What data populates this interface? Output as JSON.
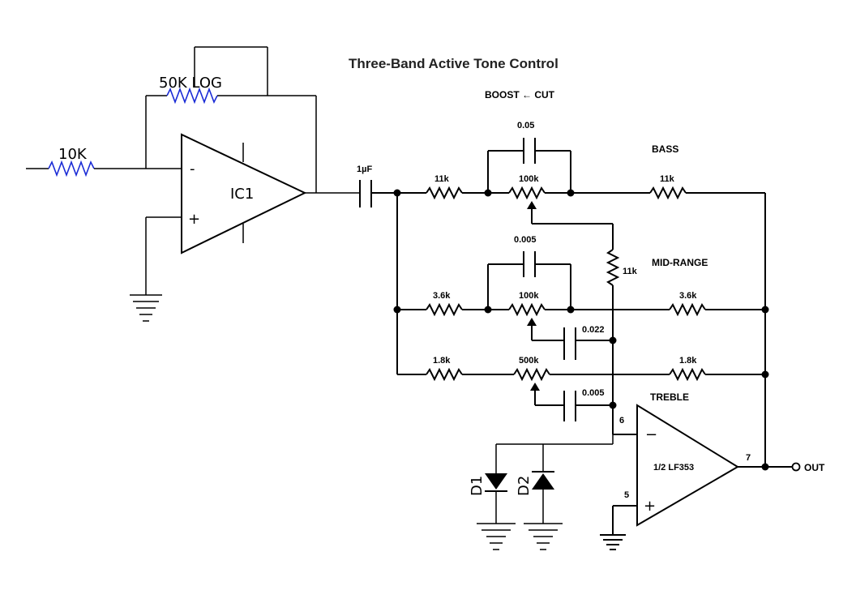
{
  "diagram": {
    "title": "Three-Band Active Tone Control",
    "boost_cut": "BOOST ← CUT",
    "preamp": {
      "input_resistor": "10K",
      "feedback_pot": "50K LOG",
      "opamp": "IC1",
      "inv": "-",
      "noninv": "+"
    },
    "coupling_cap": "1µF",
    "bass": {
      "label": "BASS",
      "cap": "0.05",
      "r_left": "11k",
      "pot": "100k",
      "r_right": "11k",
      "r_feedback": "11k"
    },
    "mid": {
      "label": "MID-RANGE",
      "cap": "0.005",
      "r_left": "3.6k",
      "pot": "100k",
      "r_right": "3.6k",
      "cap_wiper": "0.022"
    },
    "treble": {
      "label": "TREBLE",
      "r_left": "1.8k",
      "pot": "500k",
      "r_right": "1.8k",
      "cap_wiper": "0.005"
    },
    "output_amp": {
      "part": "1/2 LF353",
      "pin_inv": "6",
      "pin_noninv": "5",
      "pin_out": "7",
      "inv": "−",
      "noninv": "+",
      "out_label": "OUT"
    },
    "diodes": [
      "D1",
      "D2"
    ]
  }
}
